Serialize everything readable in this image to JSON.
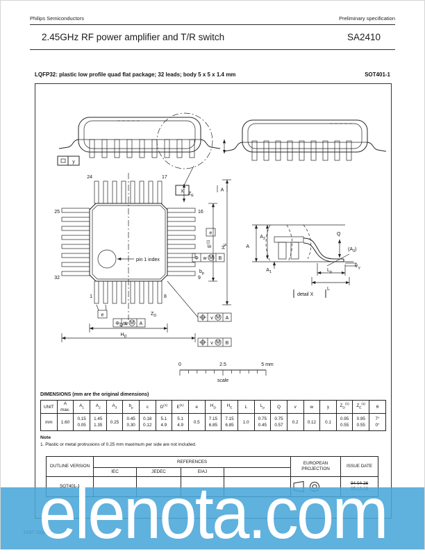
{
  "header": {
    "left": "Philips Semiconductors",
    "right": "Preliminary specification"
  },
  "title": {
    "product": "2.45GHz RF power amplifier and T/R switch",
    "part_number": "SA2410"
  },
  "figure_heading": {
    "left": "LQFP32:   plastic low profile quad flat package; 32 leads; body 5 x 5 x 1.4 mm",
    "right": "SOT401-1"
  },
  "drawing": {
    "side_view": {
      "detail_ref": "X",
      "datum": "y"
    },
    "qfp": {
      "pin_top_left": "24",
      "pin_top_right": "17",
      "pin_left_top": "25",
      "pin_left_bottom": "32",
      "pin_right_top": "16",
      "pin_right_bottom": "9",
      "pin_bottom_left": "1",
      "pin_bottom_right": "8",
      "pin1_label": "pin 1 index"
    },
    "dims": {
      "e": "e",
      "bp": "b",
      "bp_sub": "p",
      "zd": "Z",
      "zd_sub": "D",
      "ze": "Z",
      "ze_sub": "E",
      "d": "D",
      "d_sup": "(1)",
      "hd": "H",
      "hd_sub": "D",
      "E": "E",
      "E_sup": "(1)",
      "he": "H",
      "he_sub": "E",
      "a": "A",
      "phi": "Φ",
      "w": "w",
      "m": "M",
      "v": "v",
      "datum_a": "A",
      "datum_b": "B"
    },
    "detail": {
      "a": "A",
      "a1": "A",
      "a1_sub": "1",
      "a2": "A",
      "a2_sub": "2",
      "a3": "(A",
      "a3_sub": "3",
      "a3_close": ")",
      "q": "Q",
      "lp": "L",
      "lp_sub": "p",
      "l": "L",
      "theta": "θ",
      "y_tol": "y",
      "caption": "detail X"
    },
    "scale": {
      "t0": "0",
      "t1": "2.5",
      "t2": "5 mm",
      "label": "scale"
    }
  },
  "dims_table": {
    "caption": "DIMENSIONS (mm are the original dimensions)",
    "columns": [
      {
        "l": "UNIT",
        "v": [
          "mm"
        ]
      },
      {
        "l": "A",
        "l2": "max.",
        "v": [
          "1.60"
        ]
      },
      {
        "l": "A",
        "sub": "1",
        "v": [
          "0.15",
          "0.05"
        ]
      },
      {
        "l": "A",
        "sub": "2",
        "v": [
          "1.45",
          "1.35"
        ]
      },
      {
        "l": "A",
        "sub": "3",
        "v": [
          "0.25"
        ]
      },
      {
        "l": "b",
        "sub": "p",
        "v": [
          "0.45",
          "0.30"
        ]
      },
      {
        "l": "c",
        "v": [
          "0.18",
          "0.12"
        ]
      },
      {
        "l": "D",
        "sup": "(1)",
        "v": [
          "5.1",
          "4.9"
        ]
      },
      {
        "l": "E",
        "sup": "(1)",
        "v": [
          "5.1",
          "4.9"
        ]
      },
      {
        "l": "e",
        "v": [
          "0.5"
        ]
      },
      {
        "l": "H",
        "sub": "D",
        "v": [
          "7.15",
          "6.85"
        ]
      },
      {
        "l": "H",
        "sub": "E",
        "v": [
          "7.15",
          "6.85"
        ]
      },
      {
        "l": "L",
        "v": [
          "1.0"
        ]
      },
      {
        "l": "L",
        "sub": "p",
        "v": [
          "0.75",
          "0.45"
        ]
      },
      {
        "l": "Q",
        "v": [
          "0.75",
          "0.57"
        ]
      },
      {
        "l": "v",
        "v": [
          "0.2"
        ]
      },
      {
        "l": "w",
        "v": [
          "0.12"
        ]
      },
      {
        "l": "y",
        "v": [
          "0.1"
        ]
      },
      {
        "l": "Z",
        "sub": "D",
        "sup": "(1)",
        "v": [
          "0.95",
          "0.55"
        ]
      },
      {
        "l": "Z",
        "sub": "E",
        "sup": "(1)",
        "v": [
          "0.95",
          "0.55"
        ]
      },
      {
        "l": "θ",
        "v": [
          "7°",
          "0°"
        ]
      }
    ]
  },
  "note": {
    "title": "Note",
    "items": [
      "1. Plastic or metal protrusions of 0.25 mm maximum per side are not included."
    ]
  },
  "outline_table": {
    "headers": {
      "outline": "OUTLINE VERSION",
      "references": "REFERENCES",
      "projection": "EUROPEAN PROJECTION",
      "issue": "ISSUE DATE"
    },
    "ref_columns": {
      "c1": "IEC",
      "c2": "JEDEC",
      "c3": "EIAJ"
    },
    "row": {
      "version": "SOT401-1",
      "issue_old": "94-04-26",
      "issue_new": "95-12-19"
    }
  },
  "watermark": {
    "text": "elenota.com",
    "band_color": "rgba(73,166,218,0.88)",
    "text_color": "#ffffff"
  },
  "footer": {
    "left": "1997 Sep 04"
  }
}
